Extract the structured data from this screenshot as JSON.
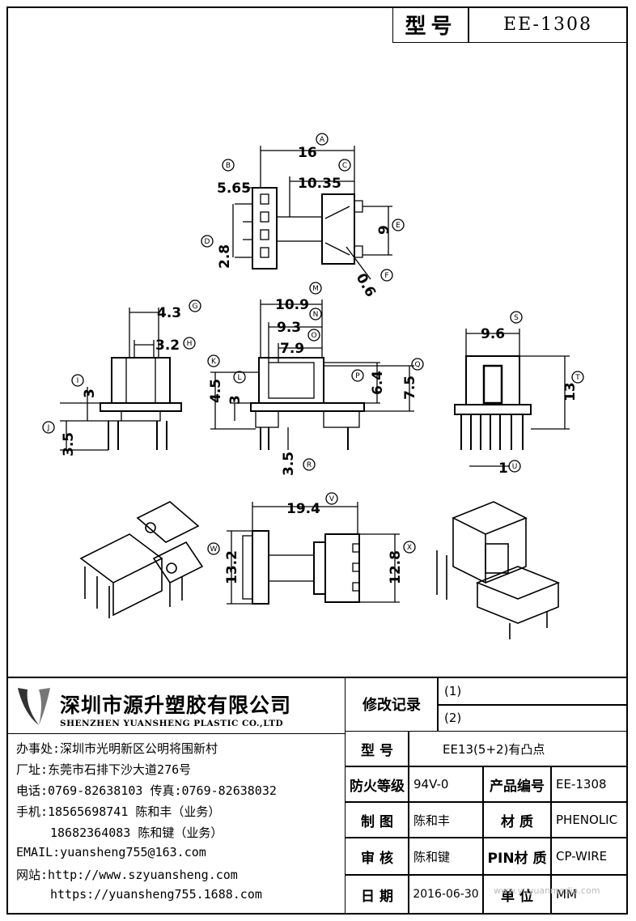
{
  "header": {
    "model_label": "型号",
    "model_value": "EE-1308"
  },
  "dimensions": {
    "a": "16",
    "b": "5.65",
    "c": "10.35",
    "d": "2.8",
    "e": "9",
    "f": "0.6",
    "g": "4.3",
    "h": "3.2",
    "i": "3",
    "j": "3.5",
    "m": "10.9",
    "n": "9.3",
    "o": "7.9",
    "k": "4.5",
    "l": "3",
    "p": "6.4",
    "q": "7.5",
    "r": "3.5",
    "s": "9.6",
    "t": "13",
    "u": "1",
    "v": "19.4",
    "w": "13.2",
    "x": "12.8"
  },
  "markers": [
    "A",
    "B",
    "C",
    "D",
    "E",
    "F",
    "G",
    "H",
    "I",
    "J",
    "K",
    "L",
    "M",
    "N",
    "O",
    "P",
    "Q",
    "R",
    "S",
    "T",
    "U",
    "V",
    "W",
    "X"
  ],
  "company": {
    "name_cn": "深圳市源升塑胶有限公司",
    "name_en": "SHENZHEN YUANSHENG PLASTIC CO.,LTD",
    "office": "办事处:深圳市光明新区公明将围新村",
    "factory": "厂址:东莞市石排下沙大道276号",
    "phone": "电话:0769-82638103 传真:0769-82638032",
    "mobile1": "手机:18565698741 陈和丰（业务）",
    "mobile2": "18682364083 陈和键（业务）",
    "email": "EMAIL:yuansheng755@163.com",
    "web1": "网站:http://www.szyuansheng.com",
    "web2": "https://yuansheng755.1688.com"
  },
  "revision": {
    "label": "修改记录",
    "r1": "(1)",
    "r2": "(2)"
  },
  "spec": {
    "type_label": "型 号",
    "type_value": "EE13(5+2)有凸点",
    "fire_label": "防火等级",
    "fire_value": "94V-0",
    "product_label": "产品编号",
    "product_value": "EE-1308",
    "drawn_label": "制 图",
    "drawn_value": "陈和丰",
    "material_label": "材 质",
    "material_value": "PHENOLIC",
    "check_label": "审 核",
    "check_value": "陈和键",
    "pin_label": "PIN材 质",
    "pin_value": "CP-WIRE",
    "date_label": "日 期",
    "date_value": "2016-06-30",
    "unit_label": "单 位",
    "unit_value": "MM"
  },
  "watermark": "www.yuyuanmedia.com"
}
